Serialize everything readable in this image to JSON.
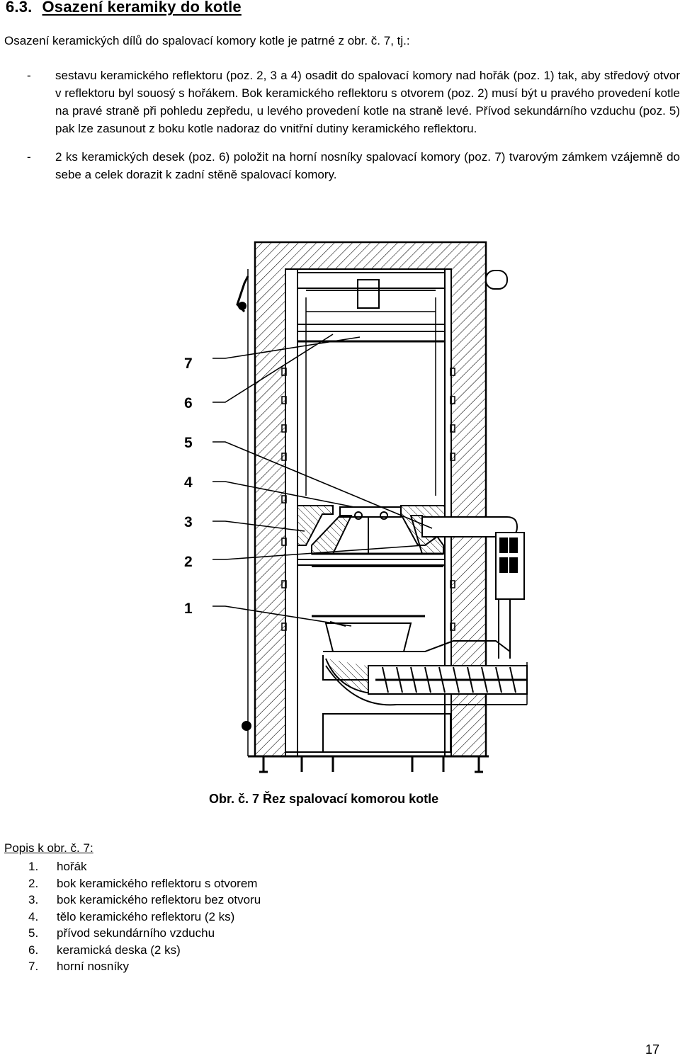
{
  "section": {
    "number": "6.3.",
    "title": "Osazení keramiky do kotle"
  },
  "intro": "Osazení keramických dílů do spalovací komory kotle je patrné z obr. č. 7, tj.:",
  "bullets": [
    {
      "dash": "-",
      "text": "sestavu keramického reflektoru (poz. 2, 3 a 4) osadit do spalovací komory nad hořák (poz. 1) tak, aby středový otvor v reflektoru byl souosý s hořákem. Bok keramického reflektoru s otvorem (poz. 2) musí být u pravého provedení kotle na pravé straně při pohledu zepředu, u levého provedení kotle na straně levé. Přívod sekundárního vzduchu (poz. 5) pak lze zasunout z boku kotle nadoraz do vnitřní dutiny keramického reflektoru."
    },
    {
      "dash": "-",
      "text": "2 ks keramických desek (poz. 6) položit na horní nosníky spalovací komory (poz. 7) tvarovým zámkem vzájemně do sebe a celek dorazit k zadní stěně spalovací komory."
    }
  ],
  "figure": {
    "labels": [
      "7",
      "6",
      "5",
      "4",
      "3",
      "2",
      "1"
    ],
    "caption": "Obr. č. 7 Řez spalovací komorou kotle"
  },
  "legend": {
    "title": "Popis k obr. č. 7:",
    "items": [
      {
        "n": "1.",
        "text": "hořák"
      },
      {
        "n": "2.",
        "text": "bok keramického reflektoru s otvorem"
      },
      {
        "n": "3.",
        "text": "bok keramického reflektoru bez otvoru"
      },
      {
        "n": "4.",
        "text": "tělo keramického reflektoru (2 ks)"
      },
      {
        "n": "5.",
        "text": "přívod sekundárního vzduchu"
      },
      {
        "n": "6.",
        "text": "keramická deska (2 ks)"
      },
      {
        "n": "7.",
        "text": "horní nosníky"
      }
    ]
  },
  "page_number": "17"
}
